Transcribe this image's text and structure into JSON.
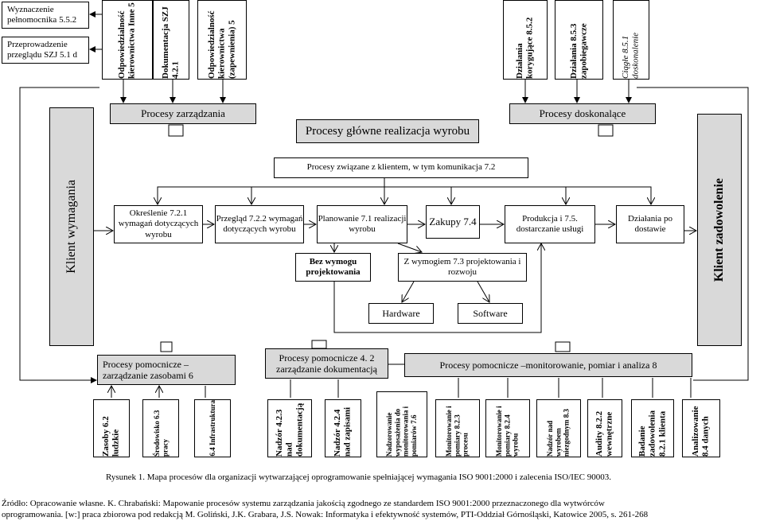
{
  "top_left": [
    {
      "text": "Wyznaczenie pełnomocnika 5.5.2"
    },
    {
      "text": "Przeprowadzenie przeglądu SZJ 5.1 d"
    }
  ],
  "top_vertical": [
    {
      "text": "Odpowiedzialność kierownictwa Inne 5"
    },
    {
      "text": "Dokumentacja SZJ 4.2.1"
    },
    {
      "text": "Odpowiedzialność kierownictwa (zapewnienia) 5"
    },
    {
      "text": "Działania korygujące 8.5.2"
    },
    {
      "text": "Działania 8.5.3 zapobiegawcze"
    },
    {
      "text": "Ciągłe 8.5.1 doskonalenie"
    }
  ],
  "mgmt": "Procesy zarządzania",
  "improve": "Procesy doskonalące",
  "main": "Procesy główne realizacja wyrobu",
  "client_req": "Klient wymagania",
  "client_sat": "Klient zadowolenie",
  "customer_proc": "Procesy związane z klientem, w tym komunikacja 7.2",
  "row": [
    {
      "text": "Określenie 7.2.1 wymagań dotyczących wyrobu"
    },
    {
      "text": "Przegląd 7.2.2 wymagań dotyczących wyrobu"
    },
    {
      "text": "Planowanie 7.1 realizacji wyrobu"
    },
    {
      "text": "Zakupy 7.4"
    },
    {
      "text": "Produkcja i 7.5. dostarczanie usługi"
    },
    {
      "text": "Działania po dostawie"
    }
  ],
  "no_design": "Bez wymogu projektowania",
  "with_design": "Z wymogiem 7.3 projektowania i rozwoju",
  "hardware": "Hardware",
  "software": "Software",
  "support": [
    {
      "text": "Procesy pomocnicze – zarządzanie zasobami 6"
    },
    {
      "text": "Procesy pomocnicze 4. 2 zarządzanie dokumentacją"
    },
    {
      "text": "Procesy pomocnicze –monitorowanie, pomiar i analiza 8"
    }
  ],
  "bottom": [
    {
      "text": "Zasoby 6.2 ludzkie"
    },
    {
      "text": "Środowisko 6.3 pracy"
    },
    {
      "text": "6.4 Infrastruktura"
    },
    {
      "text": "Nadzór 4.2.3 nad dokumentacją"
    },
    {
      "text": "Nadzór 4.2.4 nad zapisami"
    },
    {
      "text": "Nadzorowanie wyposażenia do monitorowania i pomiarów 7.6"
    },
    {
      "text": "Monitorowanie i pomiary 8.2.3 procesu"
    },
    {
      "text": "Monitorowanie i pomiary 8.2.4 wyrobu"
    },
    {
      "text": "Nadzór nad wyrobem niezgodnym 8.3"
    },
    {
      "text": "Audity 8.2.2 wewnętrzne"
    },
    {
      "text": "Badanie zadowolenia 8.2.1 klienta"
    },
    {
      "text": "Analizowanie 8.4 danych"
    }
  ],
  "caption": "Rysunek 1. Mapa procesów dla organizacji wytwarzającej oprogramowanie spełniającej wymagania ISO 9001:2000 i zalecenia ISO/IEC 90003.",
  "source1": "Źródło: Opracowanie własne. K. Chrabański: Mapowanie procesów systemu zarządzania jakością zgodnego ze standardem ISO 9001:2000 przeznaczonego dla wytwórców",
  "source2": "oprogramowania. [w:] praca zbiorowa pod redakcją M. Goliński, J.K. Grabara, J.S. Nowak: Informatyka i efektywność systemów, PTI-Oddział Górnośląski, Katowice 2005, s. 261-268"
}
